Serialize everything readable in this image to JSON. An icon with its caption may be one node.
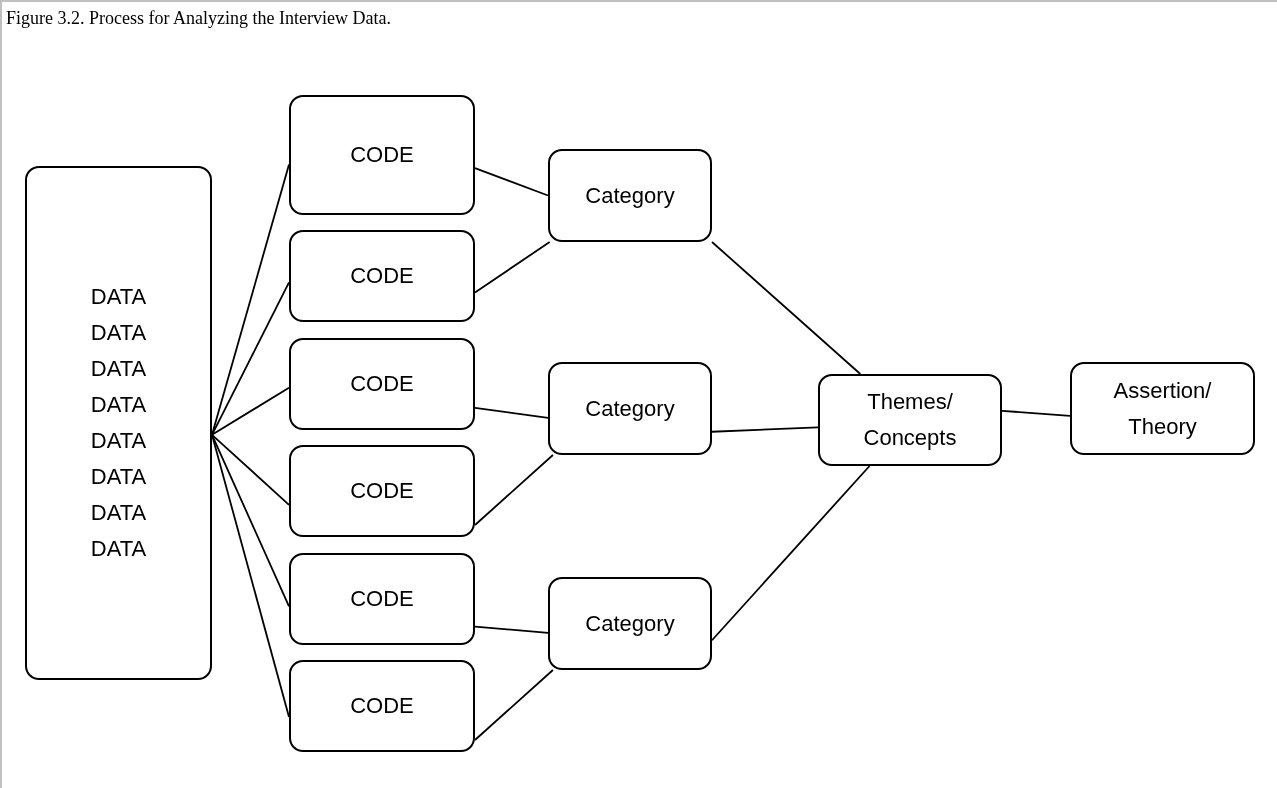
{
  "diagram": {
    "title": "Figure 3.2.  Process for Analyzing the Interview Data.",
    "nodes": [
      {
        "text": [
          "DATA",
          "DATA",
          "DATA",
          "DATA",
          "DATA",
          "DATA",
          "DATA",
          "DATA"
        ]
      },
      {
        "text": [
          "CODE"
        ]
      },
      {
        "text": [
          "CODE"
        ]
      },
      {
        "text": [
          "CODE"
        ]
      },
      {
        "text": [
          "CODE"
        ]
      },
      {
        "text": [
          "CODE"
        ]
      },
      {
        "text": [
          "CODE"
        ]
      },
      {
        "text": [
          "Category"
        ]
      },
      {
        "text": [
          "Category"
        ]
      },
      {
        "text": [
          "Category"
        ]
      },
      {
        "text": [
          "Themes/ Concepts"
        ]
      },
      {
        "text": [
          "Assertion/ Theory"
        ]
      }
    ],
    "edges": [
      {
        "from": 0,
        "to": 1,
        "arrow": "none"
      },
      {
        "from": 0,
        "to": 2,
        "arrow": "none"
      },
      {
        "from": 0,
        "to": 3,
        "arrow": "none"
      },
      {
        "from": 0,
        "to": 4,
        "arrow": "none"
      },
      {
        "from": 0,
        "to": 5,
        "arrow": "none"
      },
      {
        "from": 0,
        "to": 6,
        "arrow": "none"
      },
      {
        "from": 1,
        "to": 7,
        "arrow": "none"
      },
      {
        "from": 2,
        "to": 7,
        "arrow": "none"
      },
      {
        "from": 3,
        "to": 8,
        "arrow": "none"
      },
      {
        "from": 4,
        "to": 8,
        "arrow": "none"
      },
      {
        "from": 5,
        "to": 9,
        "arrow": "none"
      },
      {
        "from": 6,
        "to": 9,
        "arrow": "none"
      },
      {
        "from": 7,
        "to": 10,
        "arrow": "none"
      },
      {
        "from": 8,
        "to": 10,
        "arrow": "none"
      },
      {
        "from": 9,
        "to": 10,
        "arrow": "none"
      },
      {
        "from": 10,
        "to": 11,
        "arrow": "none"
      }
    ]
  }
}
